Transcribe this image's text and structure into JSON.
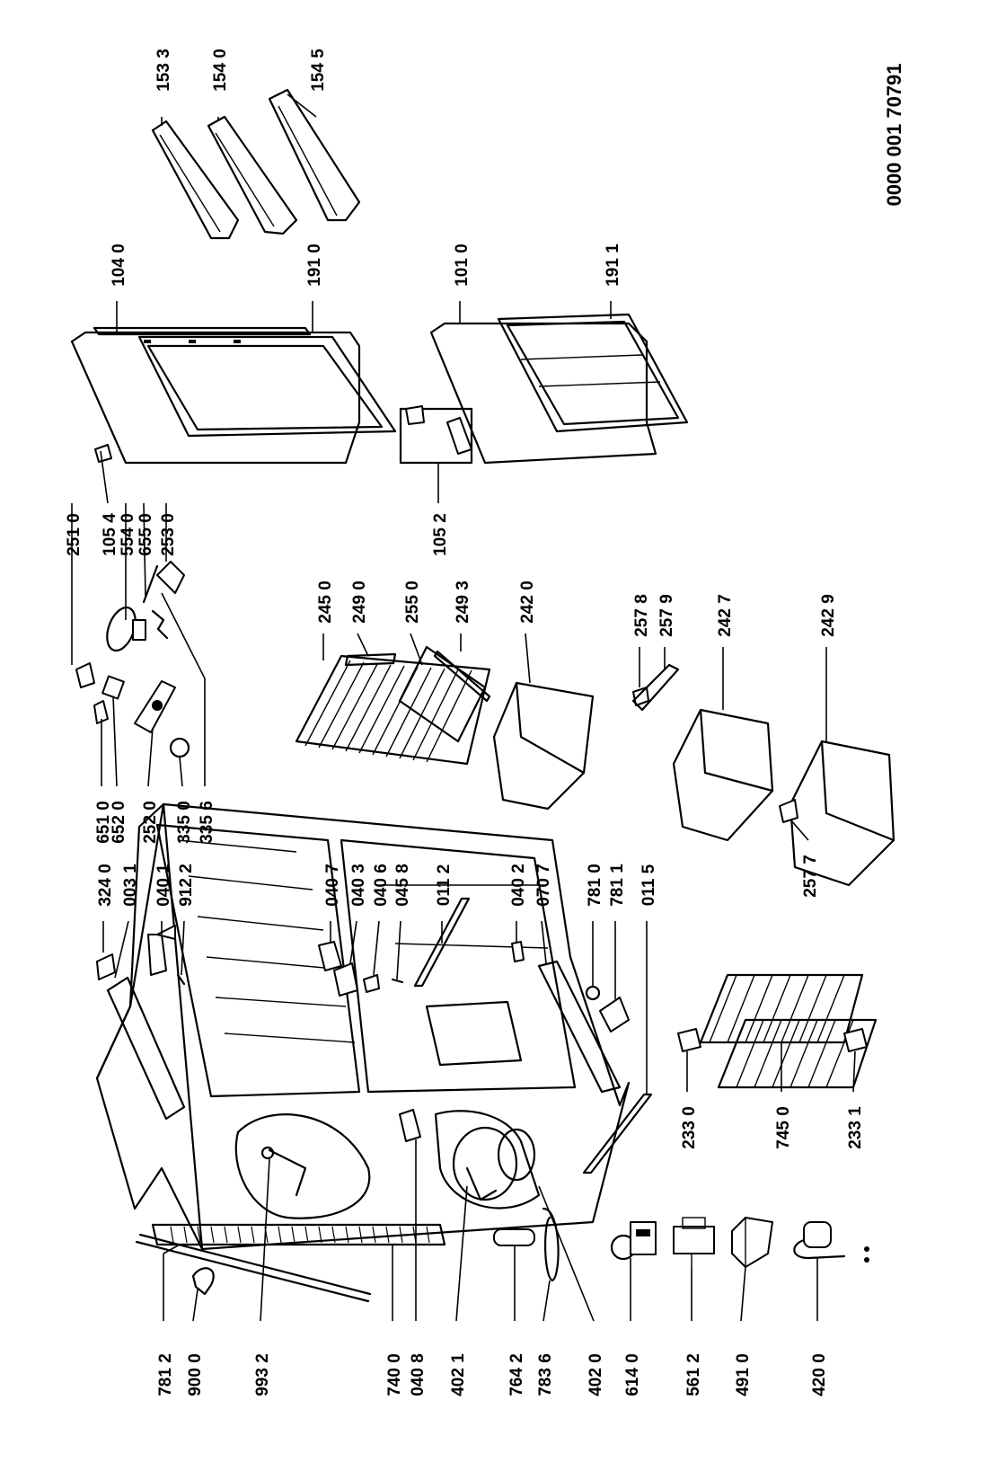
{
  "document": {
    "drawing_number": "0000 001 70791"
  },
  "labels": {
    "p7812": "781 2",
    "p9000": "900 0",
    "p9932": "993 2",
    "p7400": "740 0",
    "p0408": "040 8",
    "p4021": "402 1",
    "p7642": "764 2",
    "p7836": "783 6",
    "p4020": "402 0",
    "p6140": "614 0",
    "p5612": "561 2",
    "p4910": "491 0",
    "p4200": "420 0",
    "p3240": "324 0",
    "p0031": "003 1",
    "p0401": "040 1",
    "p9122": "912 2",
    "p0407": "040 7",
    "p0403": "040 3",
    "p0406": "040 6",
    "p0458": "045 8",
    "p0112": "011 2",
    "p0402": "040 2",
    "p0707": "070 7",
    "p7810": "781 0",
    "p7811": "781 1",
    "p0115": "011 5",
    "p2330": "233 0",
    "p7450": "745 0",
    "p2331": "233 1",
    "p6510": "651 0",
    "p6520": "652 0",
    "p2520": "252 0",
    "p3350": "335 0",
    "p3356": "335 6",
    "p2450": "245 0",
    "p2490": "249 0",
    "p2550": "255 0",
    "p2493": "249 3",
    "p2420": "242 0",
    "p2577": "257 7",
    "p2578": "257 8",
    "p2579": "257 9",
    "p2427": "242 7",
    "p2429": "242 9",
    "p2510": "251 0",
    "p1054": "105 4",
    "p5540": "554 0",
    "p6550": "655 0",
    "p2530": "253 0",
    "p1052": "105 2",
    "p1040": "104 0",
    "p1910": "191 0",
    "p1010": "101 0",
    "p1911": "191 1",
    "p1533": "153 3",
    "p1540": "154 0",
    "p1545": "154 5"
  }
}
